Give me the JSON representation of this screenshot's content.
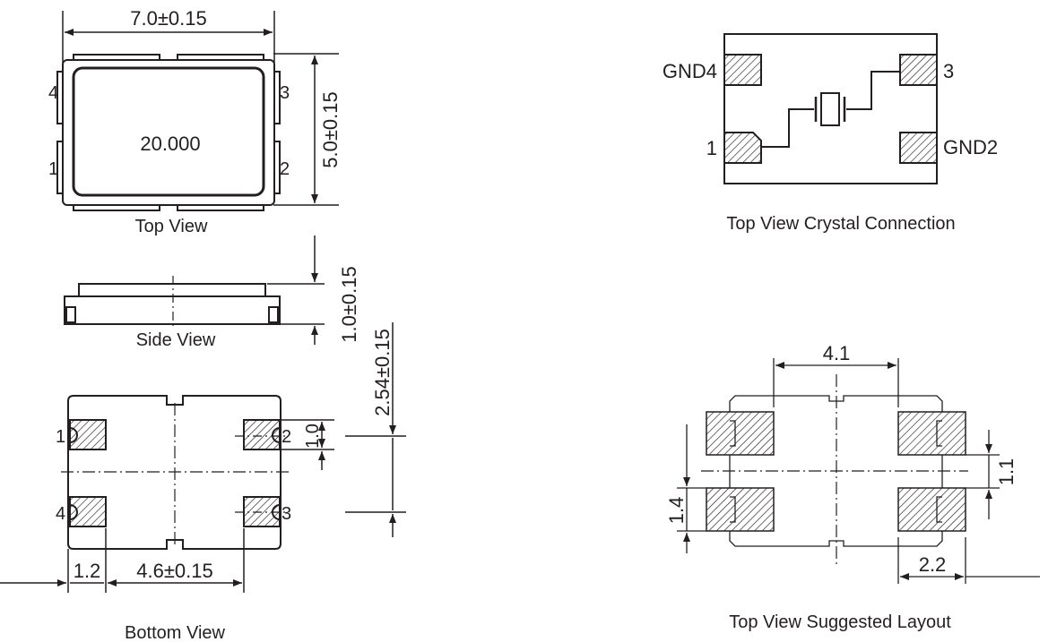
{
  "top_view": {
    "width_dim": "7.0±0.15",
    "height_dim": "5.0±0.15",
    "marking": "20.000",
    "pins": [
      "1",
      "2",
      "3",
      "4"
    ],
    "caption": "Top View"
  },
  "side_view": {
    "thickness_dim": "1.0±0.15",
    "caption": "Side View"
  },
  "bottom_view": {
    "pin_spacing_dim": "2.54±0.15",
    "pad_height_dim": "1.0",
    "pad_width_dim": "1.2",
    "pad_span_dim": "4.6±0.15",
    "pins": [
      "1",
      "2",
      "3",
      "4"
    ],
    "caption": "Bottom View"
  },
  "crystal_connection": {
    "pin_labels": [
      "GND4",
      "3",
      "1",
      "GND2"
    ],
    "caption": "Top View Crystal Connection"
  },
  "layout": {
    "dim_top": "4.1",
    "dim_right": "1.1",
    "dim_left": "1.4",
    "dim_bottom": "2.2",
    "caption": "Top View Suggested Layout"
  }
}
